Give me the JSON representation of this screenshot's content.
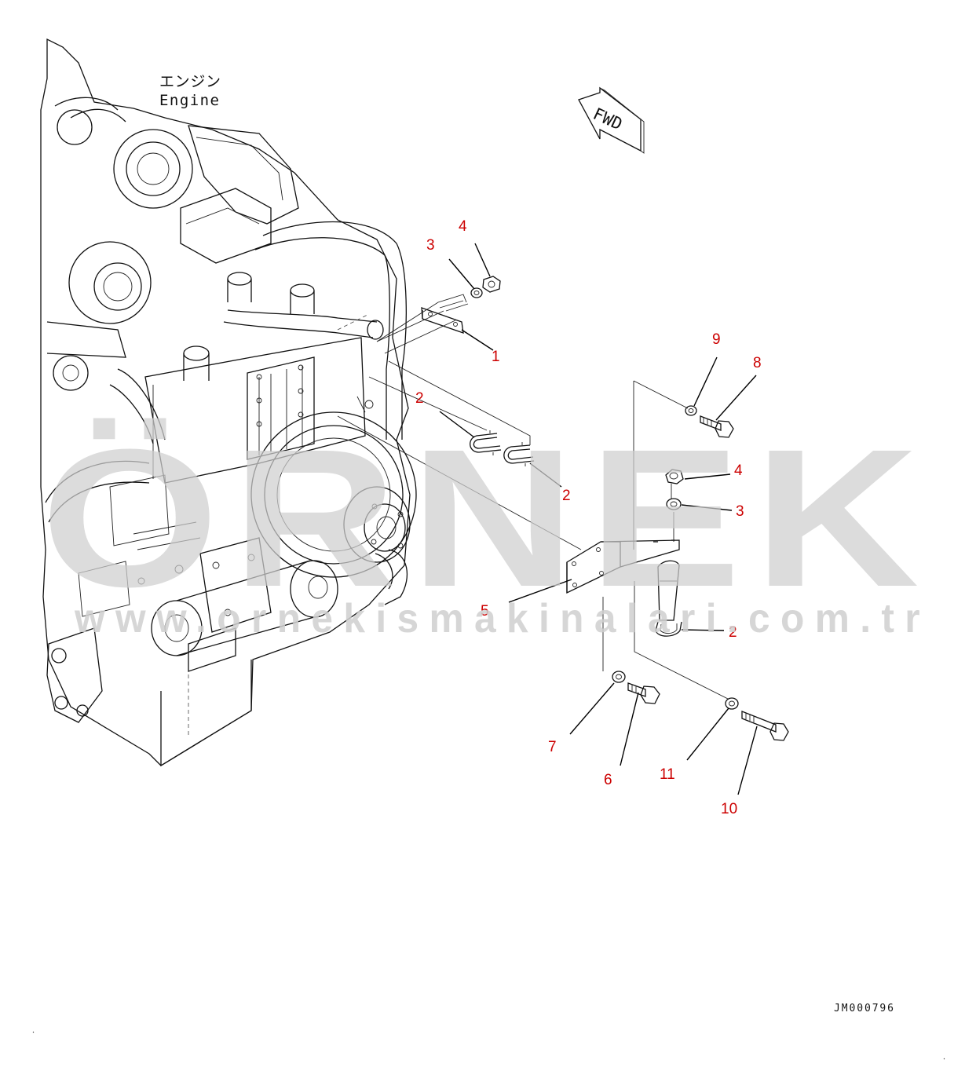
{
  "engine_label": {
    "japanese": "エンジン",
    "english": "Engine"
  },
  "direction_label": "FWD",
  "watermark": {
    "brand": "ÖRNEK",
    "url": "www.ornekismakinalari.com.tr"
  },
  "drawing_number": "JM000796",
  "callouts": [
    "1",
    "2",
    "2",
    "2",
    "3",
    "3",
    "4",
    "4",
    "5",
    "6",
    "7",
    "8",
    "9",
    "10",
    "11"
  ],
  "colors": {
    "line": "#111111",
    "callout": "#cc0000",
    "watermark": "#cfcfcf"
  }
}
